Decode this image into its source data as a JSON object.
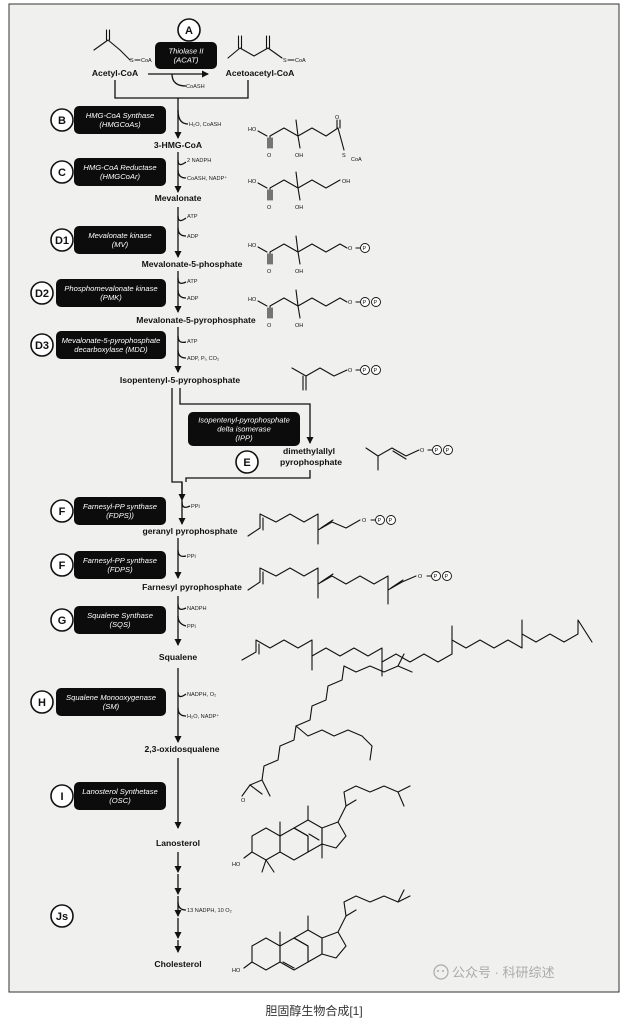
{
  "caption": "胆固醇生物合成[1]",
  "watermark": "公众号 · 科研综述",
  "steps": [
    {
      "letter": "A",
      "enzyme": [
        "Thiolase II",
        "(ACAT)"
      ]
    },
    {
      "letter": "B",
      "enzyme": [
        "HMG-CoA Synthase",
        "(HMGCoAs)"
      ]
    },
    {
      "letter": "C",
      "enzyme": [
        "HMG-CoA Reductase",
        "(HMGCoAr)"
      ]
    },
    {
      "letter": "D1",
      "enzyme": [
        "Mevalonate kinase",
        "(MV)"
      ]
    },
    {
      "letter": "D2",
      "enzyme": [
        "Phosphomevalonate kinase",
        "(PMK)"
      ]
    },
    {
      "letter": "D3",
      "enzyme": [
        "Mevalonate-5-pyrophosphate",
        "decarboxylase (MDD)"
      ]
    },
    {
      "letter": "E",
      "enzyme": [
        "Isopentenyl-pyrophosphate",
        "delta isomerase",
        "(IPP)"
      ]
    },
    {
      "letter": "F",
      "enzyme": [
        "Farnesyl-PP synthase",
        "(FDPS))"
      ]
    },
    {
      "letter": "F",
      "enzyme": [
        "Farnesyl-PP synthase",
        "(FDPS)"
      ]
    },
    {
      "letter": "G",
      "enzyme": [
        "Squalene Synthase",
        "(SQS)"
      ]
    },
    {
      "letter": "H",
      "enzyme": [
        "Squalene Monooxygenase",
        "(SM)"
      ]
    },
    {
      "letter": "I",
      "enzyme": [
        "Lanosterol Synthetase",
        "(OSC)"
      ]
    },
    {
      "letter": "Js",
      "enzyme": []
    }
  ],
  "metabolites": {
    "acetyl_coa": "Acetyl-CoA",
    "acetoacetyl_coa": "Acetoacetyl-CoA",
    "hmg_coa": "3-HMG-CoA",
    "mevalonate": "Mevalonate",
    "mevalonate_5_p": "Mevalonate-5-phosphate",
    "mevalonate_5_pp": "Mevalonate-5-pyrophosphate",
    "ipp": "Isopentenyl-5-pyrophosphate",
    "dmapp": [
      "dimethylallyl",
      "pyrophosphate"
    ],
    "gpp": "geranyl pyrophosphate",
    "fpp": "Farnesyl pyrophosphate",
    "squalene": "Squalene",
    "oxidosqualene": "2,3-oxidosqualene",
    "lanosterol": "Lanosterol",
    "cholesterol": "Cholesterol"
  },
  "cofactors": {
    "a": "CoASH",
    "b": "H₂O, CoASH",
    "c1": "2 NADPH",
    "c2": "CoASH, NADP⁺",
    "d1a": "ATP",
    "d1b": "ADP",
    "d2a": "ATP",
    "d2b": "ADP",
    "d3a": "ATP",
    "d3b": "ADP, Pᵢ, CO₂",
    "f1": "PPi",
    "f2": "PPi",
    "g1": "NADPH",
    "g2": "PPi",
    "h1": "NADPH, O₂",
    "h2": "H₂O, NADP⁺",
    "j": "13 NADPH, 10 O₂"
  },
  "atoms": {
    "s": "S",
    "coa": "CoA",
    "o": "O",
    "ho": "HO",
    "oh": "OH",
    "p": "P"
  }
}
